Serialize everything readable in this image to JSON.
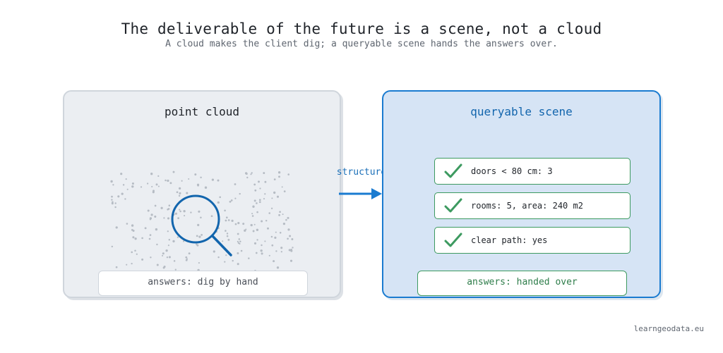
{
  "title": "The deliverable of the future is a scene, not a cloud",
  "subtitle": "A cloud makes the client dig; a queryable scene hands the answers over.",
  "left_panel": {
    "title": "point cloud",
    "answer": "answers: dig by hand",
    "icon": "magnifier-icon"
  },
  "arrow": {
    "label": "structure"
  },
  "right_panel": {
    "title": "queryable scene",
    "items": [
      {
        "text": "doors < 80 cm: 3"
      },
      {
        "text": "rooms: 5, area: 240 m2"
      },
      {
        "text": "clear path: yes"
      }
    ],
    "answer": "answers: handed over"
  },
  "footer": "learngeodata.eu",
  "colors": {
    "accent_blue": "#1a7bd0",
    "check_green": "#3d9a60",
    "cloud_gray": "#b6bcc4"
  }
}
